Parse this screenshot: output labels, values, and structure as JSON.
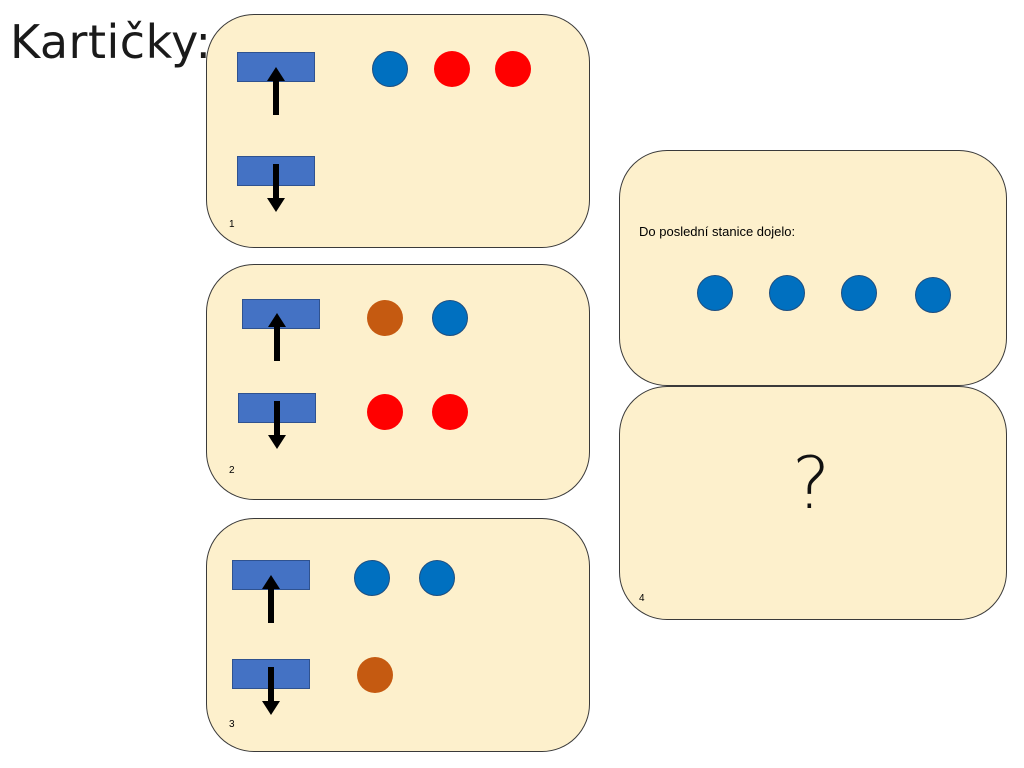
{
  "title": "Kartičky:",
  "cards": [
    {
      "number": "1",
      "up_dots": [
        "blue",
        "red",
        "red"
      ],
      "down_dots": []
    },
    {
      "number": "2",
      "up_dots": [
        "brown",
        "blue"
      ],
      "down_dots": [
        "red",
        "red"
      ]
    },
    {
      "number": "3",
      "up_dots": [
        "blue",
        "blue"
      ],
      "down_dots": [
        "brown"
      ]
    }
  ],
  "final_card": {
    "caption": "Do poslední stanice dojelo:",
    "dots": [
      "blue",
      "blue",
      "blue",
      "blue"
    ]
  },
  "card4": {
    "number": "4",
    "question": "?"
  },
  "icons": {
    "up": "up-arrow-icon",
    "down": "down-arrow-icon"
  },
  "colors": {
    "card_bg": "#fdf0cc",
    "box": "#4472c4",
    "blue": "#0070c0",
    "red": "#ff0000",
    "brown": "#c55a11"
  }
}
